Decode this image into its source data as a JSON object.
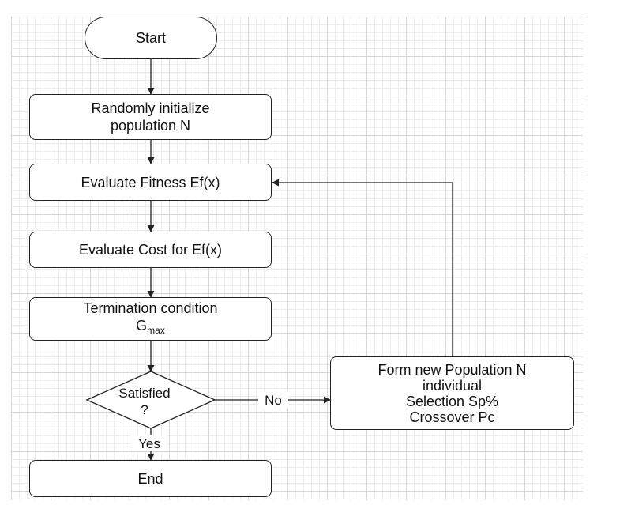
{
  "flowchart": {
    "start": "Start",
    "init": [
      "Randomly initialize",
      "population N"
    ],
    "fitness": "Evaluate Fitness Ef(x)",
    "cost": "Evaluate Cost for Ef(x)",
    "termination": {
      "line1": "Termination condition",
      "symbol": "G",
      "subscript": "max"
    },
    "decision": [
      "Satisfied",
      "?"
    ],
    "yes_label": "Yes",
    "no_label": "No",
    "new_population": [
      "Form new Population N",
      "individual",
      "Selection Sp%",
      "Crossover Pc"
    ],
    "end": "End"
  },
  "colors": {
    "stroke": "#222222",
    "fill": "#ffffff",
    "grid_minor": "#ececec",
    "grid_major": "#d6d6d6"
  }
}
